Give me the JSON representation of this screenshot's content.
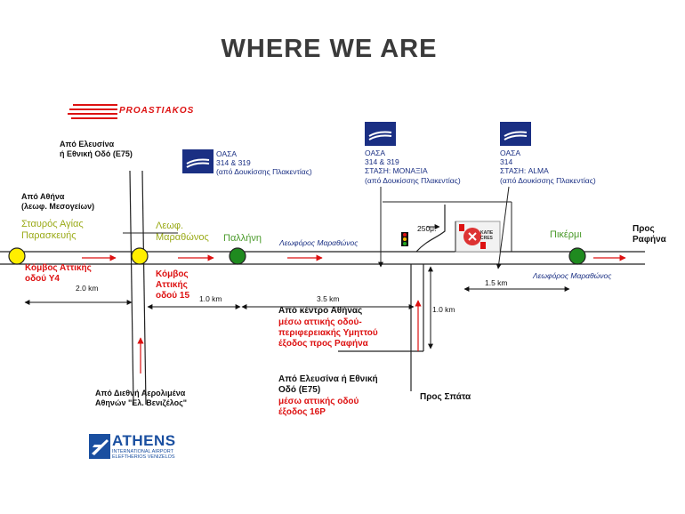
{
  "title": "WHERE WE ARE",
  "logos": {
    "proastiakos": "PROASTIAKOS",
    "athens_airport": {
      "name": "ATHENS",
      "line1": "INTERNATIONAL AIRPORT",
      "line2": "ELEFTHERIOS VENIZELOS"
    }
  },
  "labels": {
    "from_elefsina": "Από Ελευσίνα\nή Εθνική Οδό (Ε75)",
    "from_athens": "Από Αθήνα\n(λεωφ. Μεσογείων)",
    "stavros": "Σταυρός Αγίας\nΠαρασκευής",
    "leof_marathonos": "Λεωφ.\nΜαραθώνος",
    "pallini": "Παλλήνη",
    "leoforos_marathonos_1": "Λεωφόρος Μαραθώνος",
    "leoforos_marathonos_2": "Λεωφόρος Μαραθώνος",
    "pikermi": "Πικέρμι",
    "pros_rafina": "Προς\nΡαφήνα",
    "kombos_y4": "Κόμβος Αττικής\nοδού Υ4",
    "kombos_15": "Κόμβος\nΑττικής\nοδού 15",
    "from_center": "Από κέντρο Αθήνας",
    "via_attiki": "μέσω αττικής οδού-\nπεριφερειακής Υμηττού\nέξοδος προς Ραφήνα",
    "from_elefsina_2": "Από Ελευσίνα ή Εθνική\nΟδό (Ε75)",
    "via_16p": "μέσω αττικής οδού\nέξοδος 16Ρ",
    "from_airport": "Από Διεθνή Αερολιμένα\nΑθηνών \"Ελ. Βενιζέλος\"",
    "pros_spata": "Προς Σπάτα",
    "kape": "ΚΑΠΕ\nCRES"
  },
  "oasa": [
    {
      "text": "ΟΑΣΑ\n314 & 319\n(από Δουκίσσης Πλακεντίας)"
    },
    {
      "text": "ΟΑΣΑ\n314 & 319\nΣΤΑΣΗ: ΜΟΝΑΞΙΑ\n(από Δουκίσσης Πλακεντίας)"
    },
    {
      "text": "ΟΑΣΑ\n314\nΣΤΑΣΗ: ALMA\n(από Δουκίσσης Πλακεντίας)"
    }
  ],
  "distances": {
    "d1": "2.0 km",
    "d2": "1.0 km",
    "d3": "3.5 km",
    "d4": "1.5 km",
    "d5": "1.0 km",
    "d6": "250μ."
  },
  "colors": {
    "yellow_node": "#ffee00",
    "green_node": "#1f8a1f",
    "arrow_red": "#dd1111",
    "oasa_blue": "#1a2f83"
  }
}
